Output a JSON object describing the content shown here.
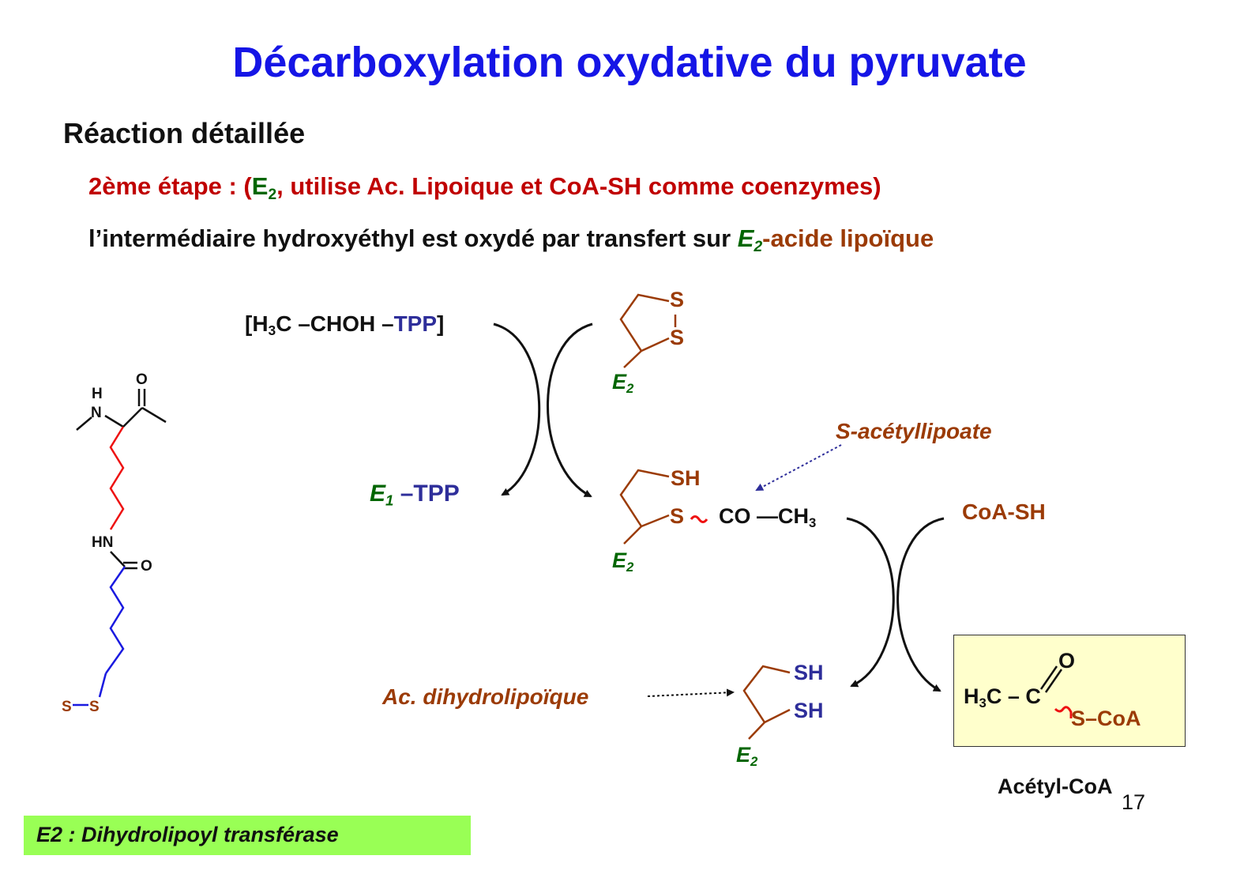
{
  "title": "Décarboxylation oxydative du pyruvate",
  "subtitle": "Réaction détaillée",
  "step": {
    "part1": "2ème étape : (",
    "e": "E",
    "e_sub": "2",
    "part2": ", utilise Ac. Lipoique et CoA-SH comme coenzymes)"
  },
  "description": {
    "part1": "l’intermédiaire hydroxyéthyl est oxydé par transfert sur ",
    "e": "E",
    "e_sub": "2",
    "part2": "-acide lipoïque"
  },
  "reagent": {
    "open": "[H",
    "sub": "3",
    "mid": "C –CHOH –",
    "tpp": "TPP",
    "close": "]"
  },
  "e1_tpp": {
    "e": "E",
    "sub": "1",
    "rest": " –TPP"
  },
  "lipoate_top": {
    "s1": "S",
    "s2": "S",
    "e": "E",
    "e_sub": "2"
  },
  "s_acetyllipoate_label": "S-acétyllipoate",
  "acetyl_lipoate": {
    "sh": "SH",
    "s": "S",
    "co": "CO —CH",
    "ch3_sub": "3",
    "e": "E",
    "e_sub": "2"
  },
  "coash": "CoA-SH",
  "dihydrolipoique_label": "Ac. dihydrolipoïque",
  "dihydro": {
    "sh1": "SH",
    "sh2": "SH",
    "e": "E",
    "e_sub": "2"
  },
  "acetyl_coa_box": {
    "h3c": "H",
    "h3c_sub": "3",
    "c_part": "C – C",
    "o": "O",
    "s": "S",
    "coa": "–CoA"
  },
  "acetyl_coa_label": "Acétyl-CoA",
  "page_number": "17",
  "lipoyl_lysine": {
    "h": "H",
    "n": "N",
    "o_top": "O",
    "hn": "HN",
    "o_amide": "O",
    "s_left": "S",
    "s_right": "S"
  },
  "footer_label": "E2 :  Dihydrolipoyl transférase",
  "colors": {
    "title": "#1515e6",
    "step": "#c00000",
    "enzyme": "#006600",
    "lipoyl": "#9b3b06",
    "tpp": "#2e2e9a",
    "box": "#ffffcc",
    "footer": "#99ff55"
  }
}
